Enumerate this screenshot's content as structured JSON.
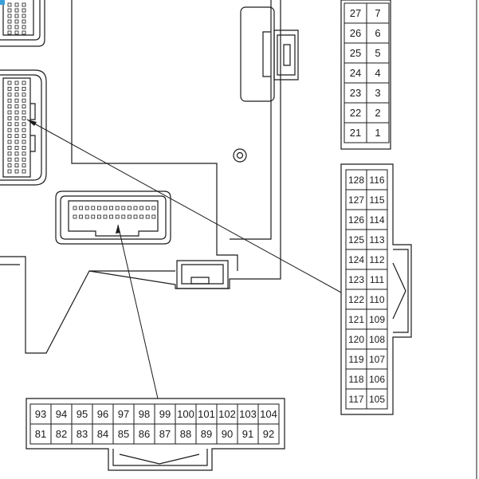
{
  "connector_top_right": {
    "rows": [
      [
        "27",
        "7"
      ],
      [
        "26",
        "6"
      ],
      [
        "25",
        "5"
      ],
      [
        "24",
        "4"
      ],
      [
        "23",
        "3"
      ],
      [
        "22",
        "2"
      ],
      [
        "21",
        "1"
      ]
    ]
  },
  "connector_right": {
    "rows": [
      [
        "128",
        "116"
      ],
      [
        "127",
        "115"
      ],
      [
        "126",
        "114"
      ],
      [
        "125",
        "113"
      ],
      [
        "124",
        "112"
      ],
      [
        "123",
        "111"
      ],
      [
        "122",
        "110"
      ],
      [
        "121",
        "109"
      ],
      [
        "120",
        "108"
      ],
      [
        "119",
        "107"
      ],
      [
        "118",
        "106"
      ],
      [
        "117",
        "105"
      ]
    ]
  },
  "connector_bottom": {
    "top_row": [
      "93",
      "94",
      "95",
      "96",
      "97",
      "98",
      "99",
      "100",
      "101",
      "102",
      "103",
      "104"
    ],
    "bottom_row": [
      "81",
      "82",
      "83",
      "84",
      "85",
      "86",
      "87",
      "88",
      "89",
      "90",
      "91",
      "92"
    ]
  },
  "colors": {
    "line": "#1a1a1a",
    "accent": "#3aa0d8"
  }
}
